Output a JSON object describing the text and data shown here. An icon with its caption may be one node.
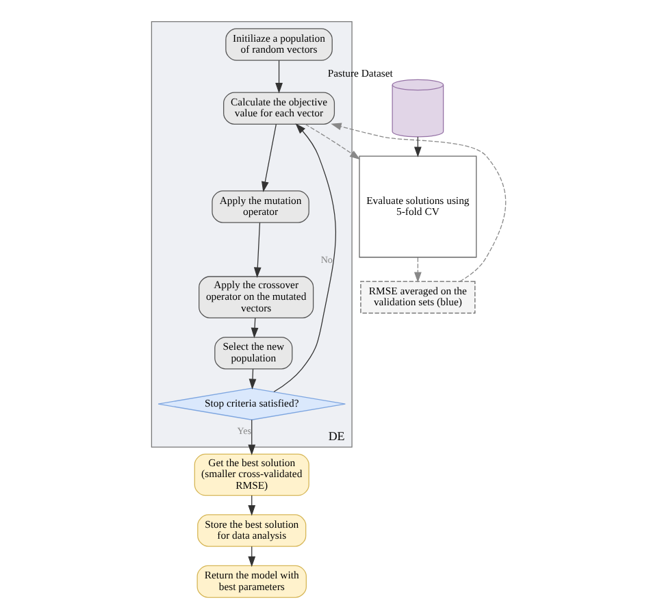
{
  "diagram": {
    "nodes": [
      {
        "text": [
          "DE"
        ]
      },
      {
        "text": [
          "Initiliaze a population of random vectors"
        ],
        "in": 0
      },
      {
        "text": [
          "Calculate the objective value for each vector"
        ],
        "in": 0
      },
      {
        "text": [
          "Apply the mutation operator"
        ],
        "in": 0
      },
      {
        "text": [
          "Apply the crossover operator on the mutated vectors"
        ],
        "in": 0
      },
      {
        "text": [
          "Select the new population"
        ],
        "in": 0
      },
      {
        "text": [
          "Stop criteria satisfied?"
        ],
        "in": 0
      },
      {
        "text": [
          "Evaluate solutions using 5-fold CV"
        ]
      },
      {
        "text": [
          "RMSE averaged on the validation sets (blue)"
        ]
      },
      {
        "text": [
          "Pasture Dataset"
        ]
      },
      {
        "text": [
          "Get the best solution (smaller cross-validated RMSE)"
        ]
      },
      {
        "text": [
          "Store the best solution for data analysis"
        ]
      },
      {
        "text": [
          "Return the model with best parameters"
        ]
      }
    ],
    "edges": [
      {
        "from": 1,
        "to": 2,
        "arrow": "to"
      },
      {
        "from": 2,
        "to": 3,
        "arrow": "to"
      },
      {
        "from": 3,
        "to": 4,
        "arrow": "to"
      },
      {
        "from": 4,
        "to": 5,
        "arrow": "to"
      },
      {
        "from": 5,
        "to": 6,
        "arrow": "to"
      },
      {
        "from": 6,
        "to": 2,
        "arrow": "to",
        "label": "No"
      },
      {
        "from": 6,
        "to": 10,
        "arrow": "to",
        "label": "Yes"
      },
      {
        "from": 2,
        "to": 7,
        "arrow": "to",
        "style": "dashed",
        "color": "#888888"
      },
      {
        "from": 7,
        "to": 8,
        "arrow": "to",
        "style": "dashed",
        "color": "#888888"
      },
      {
        "from": 8,
        "to": 2,
        "arrow": "to",
        "style": "dashed",
        "color": "#888888"
      },
      {
        "from": 9,
        "to": 7,
        "arrow": "to"
      },
      {
        "from": 10,
        "to": 11,
        "arrow": "to"
      },
      {
        "from": 11,
        "to": 12,
        "arrow": "to"
      }
    ]
  }
}
